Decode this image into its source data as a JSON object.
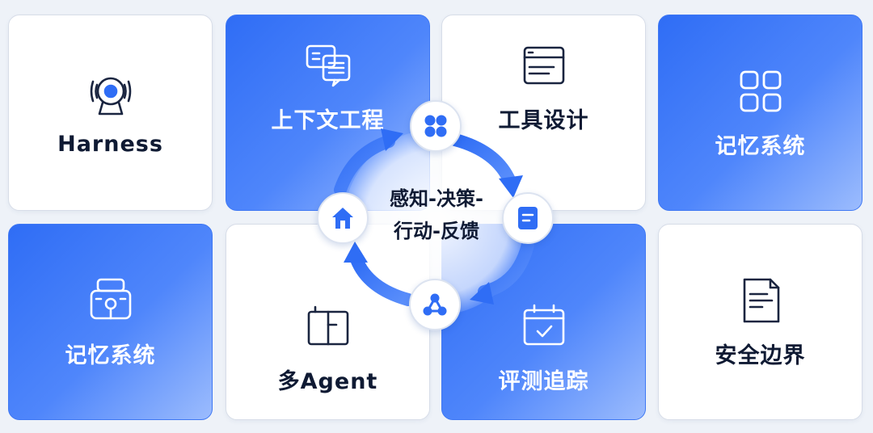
{
  "cards": [
    {
      "label": "Harness",
      "icon": "webcam-icon",
      "style": "white"
    },
    {
      "label": "上下文工程",
      "icon": "chat-document-icon",
      "style": "blue"
    },
    {
      "label": "工具设计",
      "icon": "browser-window-icon",
      "style": "white"
    },
    {
      "label": "记忆系统",
      "icon": "grid-icon",
      "style": "blue"
    },
    {
      "label": "记忆系统",
      "icon": "robot-icon",
      "style": "blue"
    },
    {
      "label": "多Agent",
      "icon": "folder-icon",
      "style": "white"
    },
    {
      "label": "评测追踪",
      "icon": "calendar-check-icon",
      "style": "blue"
    },
    {
      "label": "安全边界",
      "icon": "document-icon",
      "style": "white"
    }
  ],
  "cycle": {
    "line1": "感知-决策-",
    "line2": "行动-反馈",
    "nodes": [
      "four-dots-icon",
      "list-doc-icon",
      "network-icon",
      "home-icon"
    ]
  },
  "colors": {
    "accent": "#2f6df5",
    "text_dark": "#0f1a33",
    "card_white": "#ffffff"
  }
}
